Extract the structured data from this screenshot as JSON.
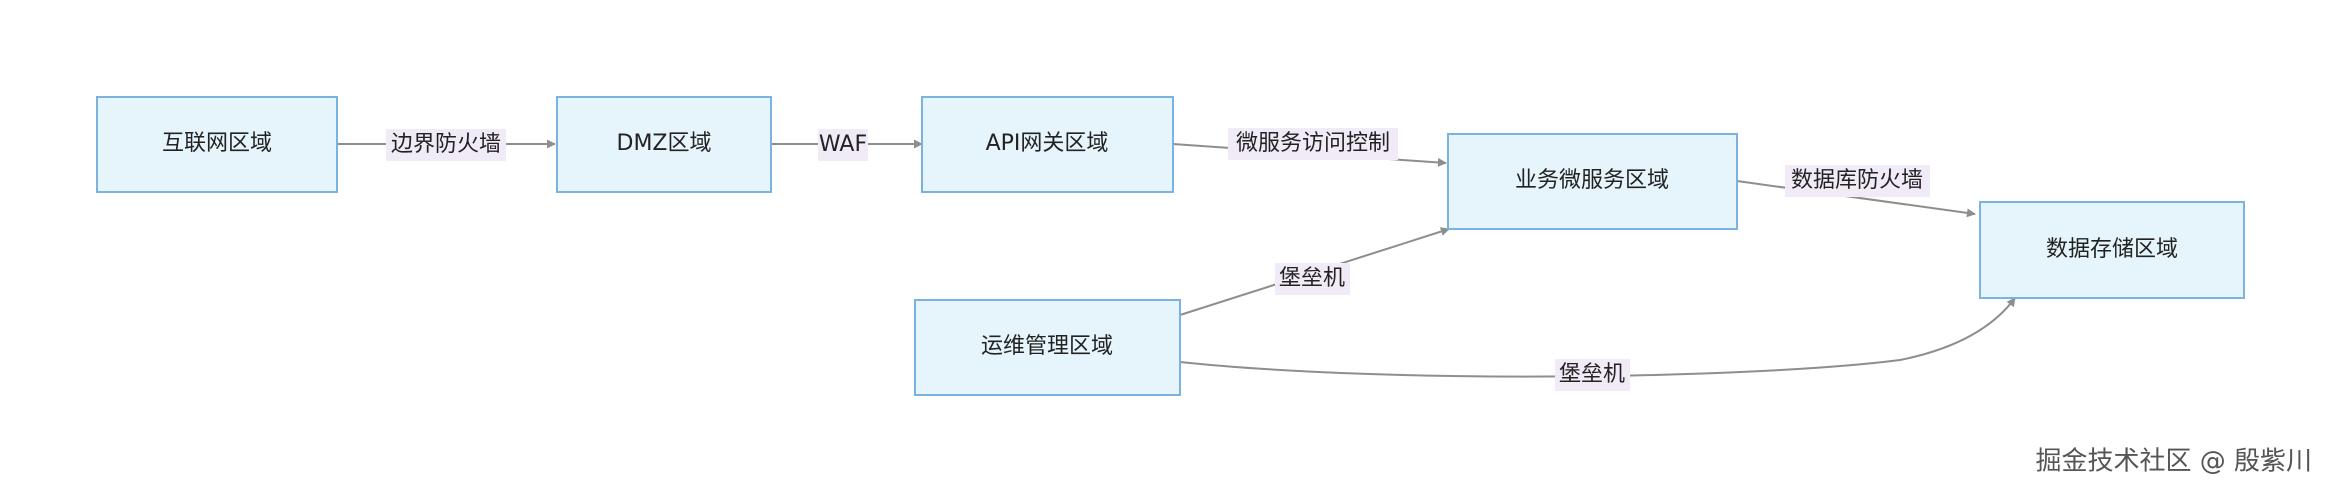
{
  "nodes": {
    "internet": "互联网区域",
    "dmz": "DMZ区域",
    "api_gateway": "API网关区域",
    "business": "业务微服务区域",
    "data_storage": "数据存储区域",
    "ops": "运维管理区域"
  },
  "edges": {
    "internet_dmz": "边界防火墙",
    "dmz_api": "WAF",
    "api_business": "微服务访问控制",
    "business_data": "数据库防火墙",
    "ops_business": "堡垒机",
    "ops_data": "堡垒机"
  },
  "watermark": "掘金技术社区 @ 殷紫川"
}
